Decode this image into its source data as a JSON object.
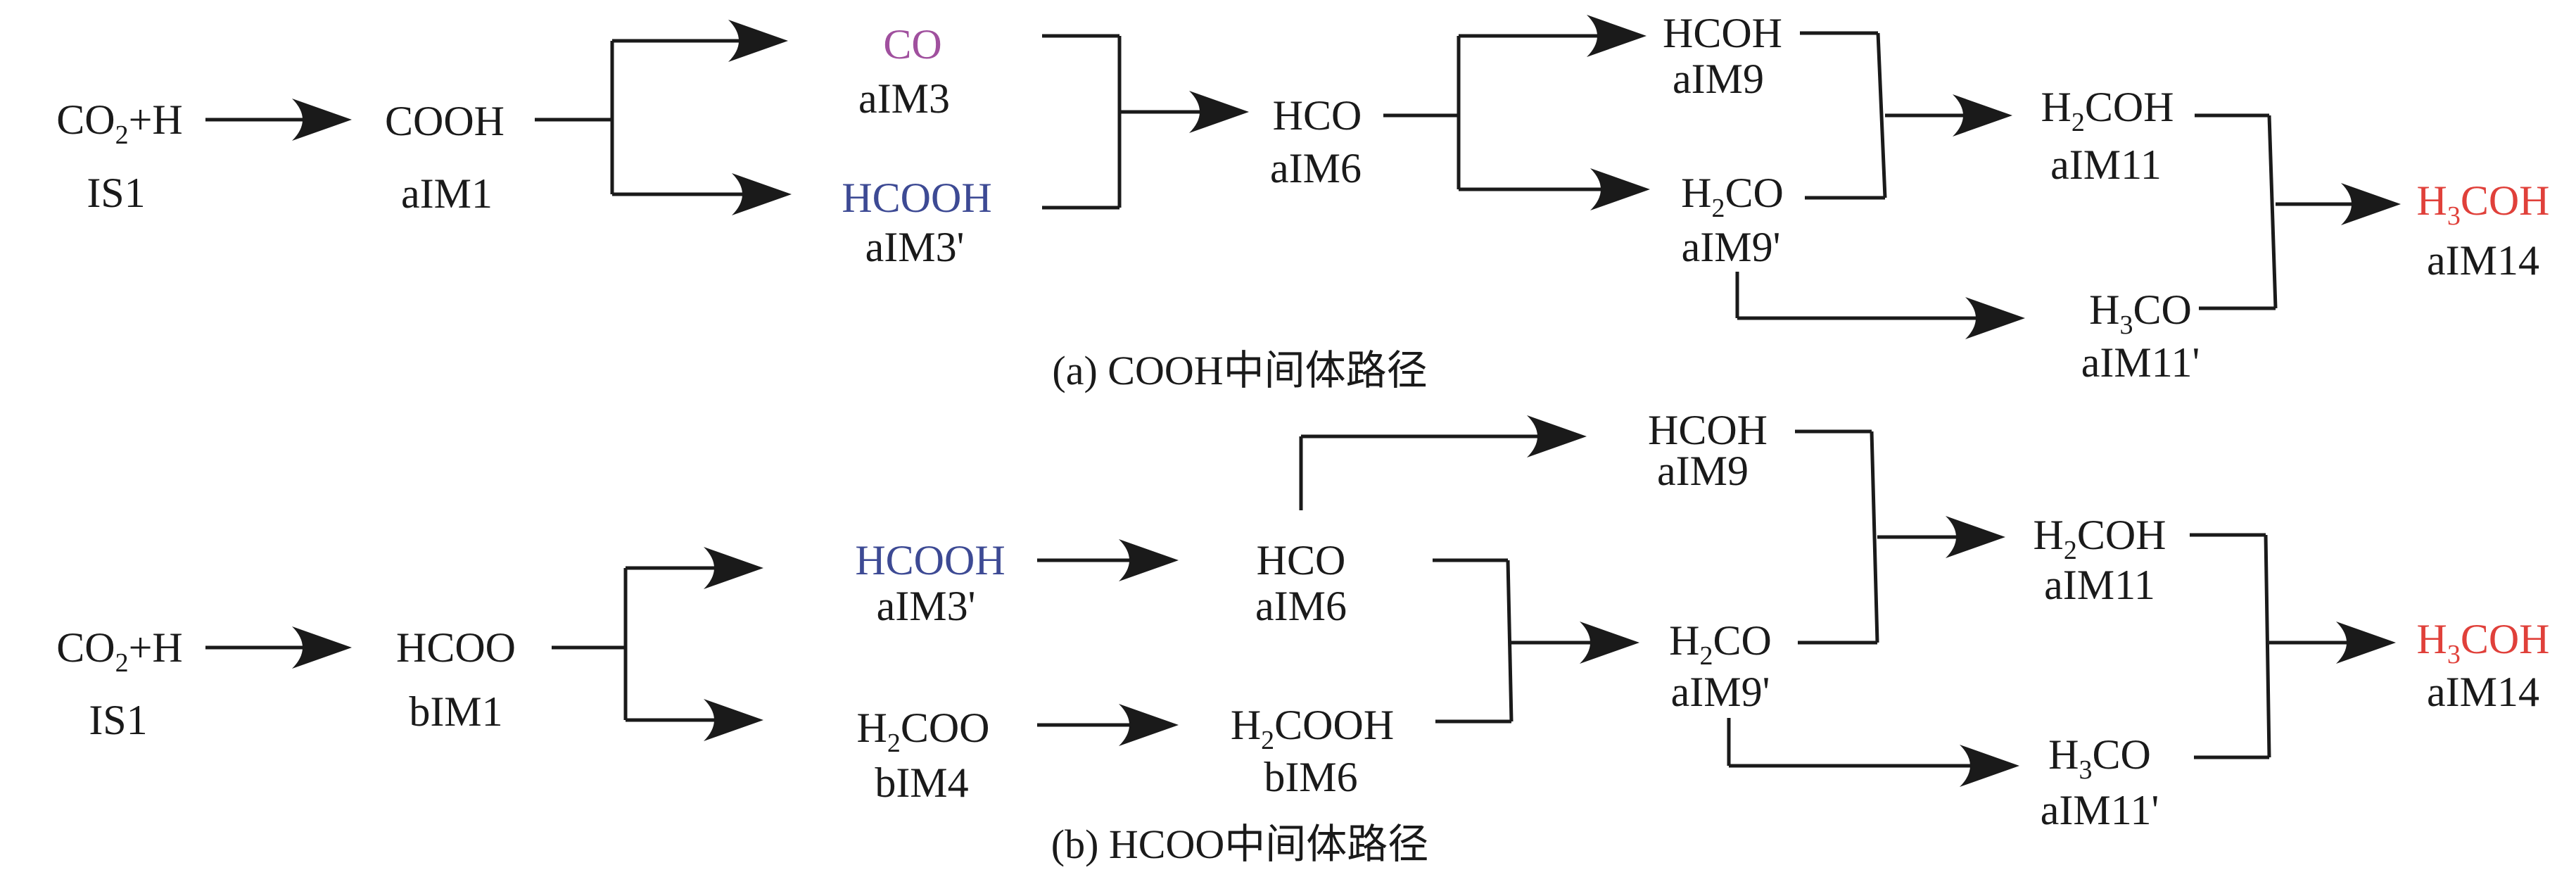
{
  "colors": {
    "default": "#1a1a1a",
    "co": "#a0509e",
    "hcooh": "#3d4a94",
    "methanol": "#e0403a"
  },
  "panel_a": {
    "caption": "(a) COOH中间体路径",
    "nodes": {
      "is1": {
        "formula": [
          "CO",
          "2",
          "+H"
        ],
        "label": "IS1"
      },
      "aim1": {
        "formula": [
          "COOH"
        ],
        "label": "aIM1"
      },
      "aim3": {
        "formula": [
          "CO"
        ],
        "label": "aIM3"
      },
      "aim3p": {
        "formula": [
          "HCOOH"
        ],
        "label": "aIM3'"
      },
      "aim6": {
        "formula": [
          "HCO"
        ],
        "label": "aIM6"
      },
      "aim9": {
        "formula": [
          "HCOH"
        ],
        "label": "aIM9"
      },
      "aim9p": {
        "formula": [
          "H",
          "2",
          "CO"
        ],
        "label": "aIM9'"
      },
      "aim11": {
        "formula": [
          "H",
          "2",
          "COH"
        ],
        "label": "aIM11"
      },
      "aim11p": {
        "formula": [
          "H",
          "3",
          "CO"
        ],
        "label": "aIM11'"
      },
      "aim14": {
        "formula": [
          "H",
          "3",
          "COH"
        ],
        "label": "aIM14"
      }
    }
  },
  "panel_b": {
    "caption": "(b) HCOO中间体路径",
    "nodes": {
      "is1": {
        "formula": [
          "CO",
          "2",
          "+H"
        ],
        "label": "IS1"
      },
      "bim1": {
        "formula": [
          "HCOO"
        ],
        "label": "bIM1"
      },
      "aim3p": {
        "formula": [
          "HCOOH"
        ],
        "label": "aIM3'"
      },
      "bim4": {
        "formula": [
          "H",
          "2",
          "COO"
        ],
        "label": "bIM4"
      },
      "aim6": {
        "formula": [
          "HCO"
        ],
        "label": "aIM6"
      },
      "bim6": {
        "formula": [
          "H",
          "2",
          "COOH"
        ],
        "label": "bIM6"
      },
      "aim9": {
        "formula": [
          "HCOH"
        ],
        "label": "aIM9"
      },
      "aim9p": {
        "formula": [
          "H",
          "2",
          "CO"
        ],
        "label": "aIM9'"
      },
      "aim11": {
        "formula": [
          "H",
          "2",
          "COH"
        ],
        "label": "aIM11"
      },
      "aim11p": {
        "formula": [
          "H",
          "3",
          "CO"
        ],
        "label": "aIM11'"
      },
      "aim14": {
        "formula": [
          "H",
          "3",
          "COH"
        ],
        "label": "aIM14"
      }
    }
  }
}
